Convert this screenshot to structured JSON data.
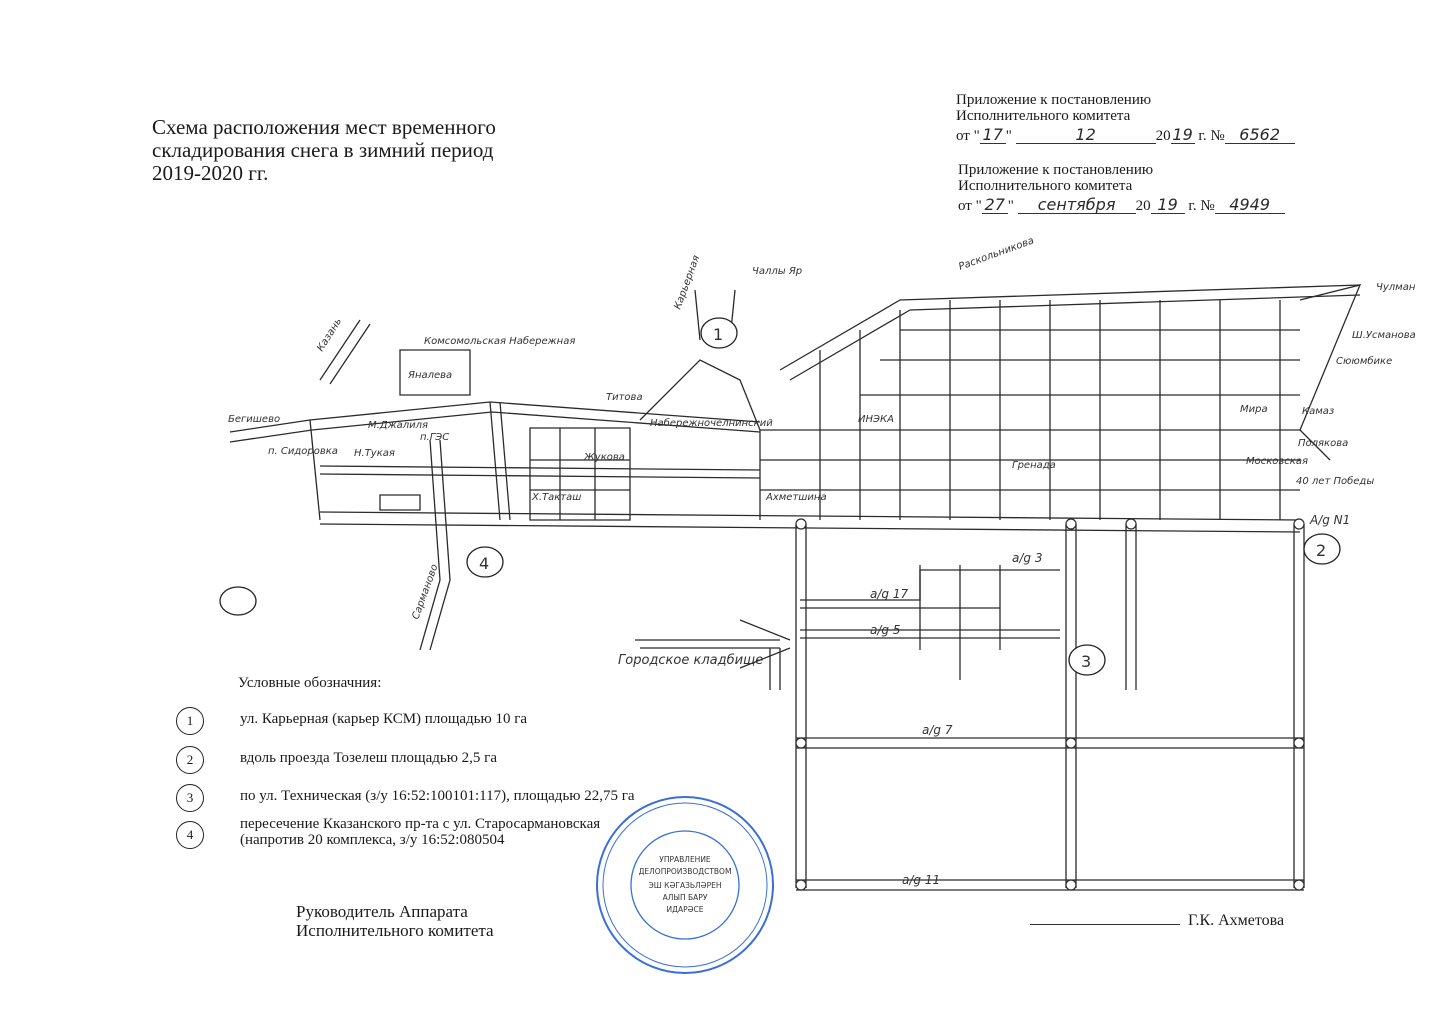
{
  "title": {
    "line1": "Схема расположения мест временного",
    "line2": "складирования снега в зимний период",
    "line3": "2019-2020 гг."
  },
  "attachment1": {
    "line1": "Приложение к постановлению",
    "line2": "Исполнительного комитета",
    "from_prefix": "от \"",
    "day": "17",
    "quote_close": "\"",
    "month": "12",
    "year_prefix": "20",
    "year_suffix": "19",
    "year_word": "г.",
    "num_prefix": "№",
    "number": "6562"
  },
  "attachment2": {
    "line1": "Приложение к постановлению",
    "line2": "Исполнительного комитета",
    "from_prefix": "от \"",
    "day": "27",
    "quote_close": "\"",
    "month": "сентября",
    "year_prefix": "20",
    "year_suffix": "19",
    "year_word": "г.",
    "num_prefix": "№",
    "number": "4949"
  },
  "map": {
    "streets": {
      "kazan": "Казань",
      "begishevo": "Бегишево",
      "komsomolskaya": "Комсомольская Набережная",
      "yanasheva": "Яналева",
      "m_jalil": "М.Джалиля",
      "sidorovka": "п. Сидоровка",
      "p_ges": "п.ГЭС",
      "n_tukaya": "Н.Тукая",
      "titova": "Титова",
      "naberezhnocheln": "Набережночелнинский",
      "karernaya": "Карьерная",
      "chally_yar": "Чаллы Яр",
      "sarmanovo": "Сарманово",
      "ahmetshina": "Ахметшина",
      "kh_taktash": "Х.Такташ",
      "zhukova": "Жукова",
      "raskolnikova": "Раскольникова",
      "moskovskaya": "Московская",
      "mira": "Мира",
      "kamaz": "Камаз",
      "poliakova": "Полякова",
      "pobedy": "40 лет Победы",
      "chulman": "Чулман",
      "usmanova": "Ш.Усманова",
      "syuyumbike": "Сююмбике",
      "city_cemetery": "Городское кладбище",
      "inekl": "ИНЭКА",
      "grenada": "Гренада",
      "ag1": "А/g N1",
      "ag3": "a/g 3",
      "ag5": "a/g 5",
      "ag7": "a/g 7",
      "ag11": "a/g 11",
      "ag17": "a/g 17"
    },
    "site_markers": [
      "1",
      "2",
      "3",
      "4"
    ]
  },
  "legend": {
    "title": "Условные обозначния:",
    "items": [
      {
        "num": "1",
        "text": "ул. Карьерная (карьер КСМ) площадью 10 га"
      },
      {
        "num": "2",
        "text": "вдоль проезда Тозелеш площадью 2,5 га"
      },
      {
        "num": "3",
        "text": "по ул. Техническая (з/у 16:52:100101:117), площадью 22,75 га"
      },
      {
        "num": "4",
        "text": "пересечение Кказанского пр-та с ул. Старосармановская",
        "text2": "(напротив 20 комплекса, з/у 16:52:080504"
      }
    ]
  },
  "signature": {
    "line1": "Руководитель Аппарата",
    "line2": "Исполнительного комитета",
    "name": "Г.К. Ахметова"
  },
  "stamp": {
    "center1": "УПРАВЛЕНИЕ",
    "center2": "ДЕЛОПРОИЗВОДСТВОМ",
    "center3": "ЭШ КӘГАЗЬЛӘРЕН",
    "center4": "АЛЫП БАРУ",
    "center5": "ИДАРӘСЕ"
  },
  "colors": {
    "ink": "#2b2b2b",
    "stamp": "#3a6fd8",
    "paper": "#ffffff"
  }
}
